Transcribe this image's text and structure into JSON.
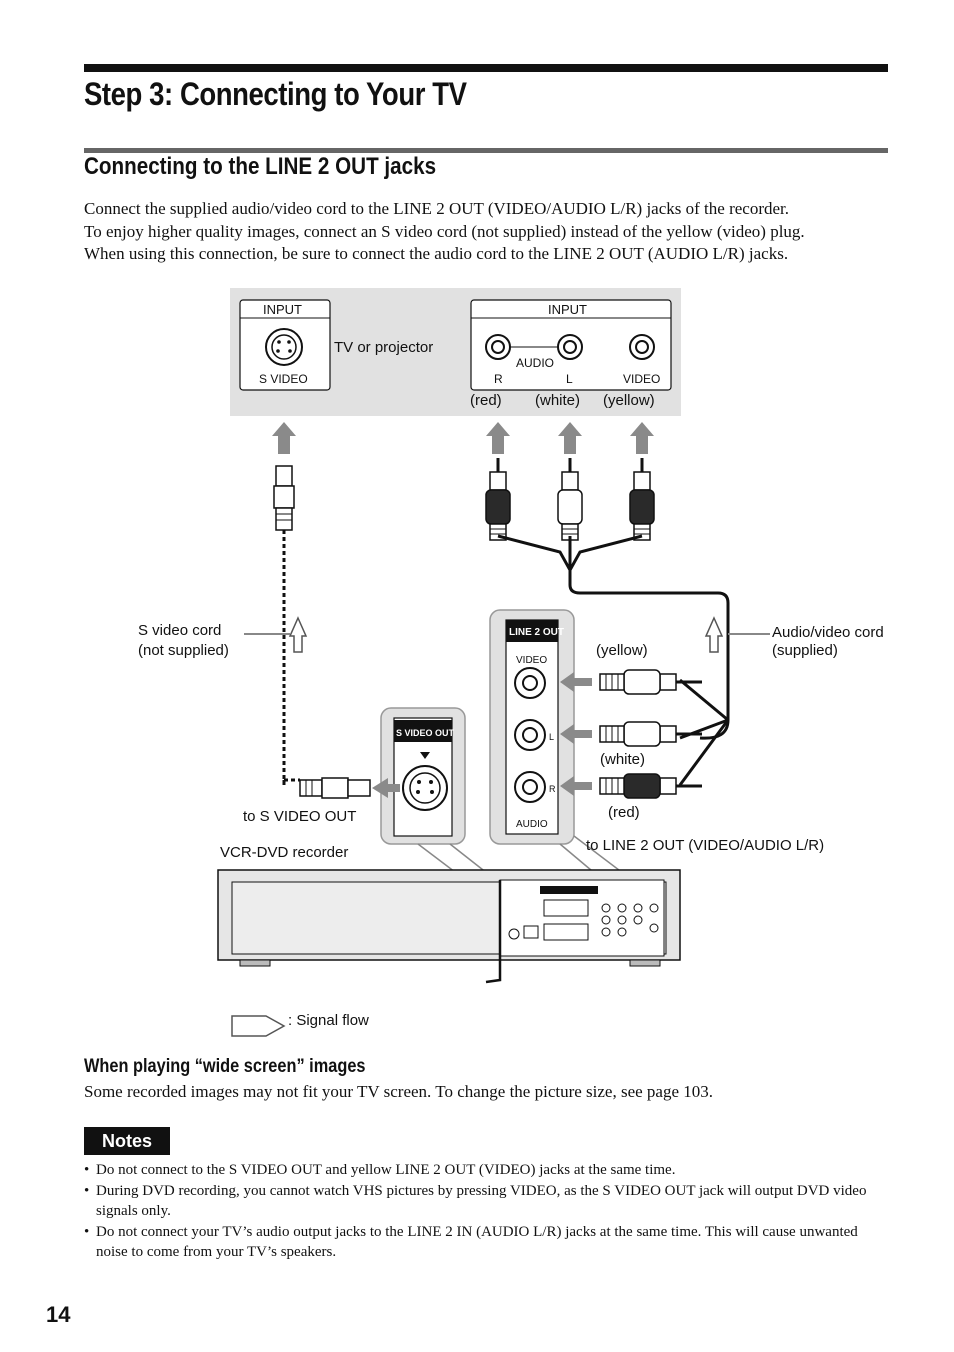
{
  "page": {
    "title": "Step 3: Connecting to Your TV",
    "subtitle": "Connecting to the LINE 2 OUT jacks",
    "intro_lines": [
      "Connect the supplied audio/video cord to the LINE 2 OUT (VIDEO/AUDIO L/R) jacks of the recorder.",
      "To enjoy higher quality images, connect an S video cord (not supplied) instead of the yellow (video) plug.",
      "When using this connection, be sure to connect the audio cord to the LINE 2 OUT (AUDIO L/R) jacks."
    ],
    "page_number": "14"
  },
  "diagram": {
    "tv_input_left": "INPUT",
    "tv_svideo": "S VIDEO",
    "tv_label": "TV or projector",
    "tv_input_right": "INPUT",
    "tv_audio": "AUDIO",
    "tv_r": "R",
    "tv_l": "L",
    "tv_video": "VIDEO",
    "red_top": "(red)",
    "white_top": "(white)",
    "yellow_top": "(yellow)",
    "svideo_cord": "S video cord",
    "not_supplied": "(not supplied)",
    "av_cord": "Audio/video cord",
    "supplied": "(supplied)",
    "line2out_panel": "LINE 2 OUT",
    "panel_video": "VIDEO",
    "panel_l": "L",
    "panel_r": "R",
    "panel_audio": "AUDIO",
    "yellow_plug": "(yellow)",
    "white_plug": "(white)",
    "red_plug": "(red)",
    "svideo_out_panel": "S VIDEO OUT",
    "to_svideo_out": "to S VIDEO OUT",
    "to_line2out": "to LINE 2 OUT (VIDEO/AUDIO L/R)",
    "recorder": "VCR-DVD recorder",
    "signal_flow": ": Signal flow",
    "colors": {
      "panel_bg": "#e1e1e1",
      "arrow": "#8a8a8a",
      "red_plug": "#2a2a2a",
      "white_plug": "#ffffff"
    }
  },
  "widescreen": {
    "heading": "When playing “wide screen” images",
    "text": "Some recorded images may not fit your TV screen. To change the picture size, see page 103."
  },
  "notes": {
    "badge": "Notes",
    "items": [
      "Do not connect to the S VIDEO OUT and yellow LINE 2 OUT (VIDEO) jacks at the same time.",
      "During DVD recording, you cannot watch VHS pictures by pressing VIDEO, as the S VIDEO OUT jack will output DVD video signals only.",
      "Do not connect your TV’s audio output jacks to the LINE 2 IN (AUDIO L/R) jacks at the same time. This will cause unwanted noise to come from your TV’s speakers."
    ]
  }
}
